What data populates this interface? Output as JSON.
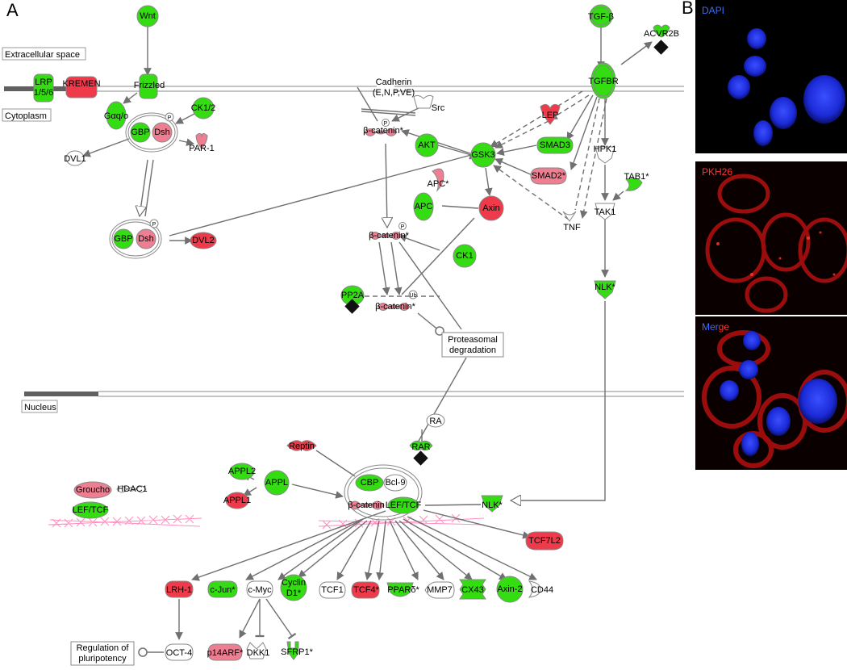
{
  "panel_a_letter": "A",
  "panel_b_letter": "B",
  "compartments": {
    "extracellular": "Extracellular space",
    "cytoplasm": "Cytoplasm",
    "nucleus": "Nucleus"
  },
  "boxes": {
    "proteasomal": [
      "Proteasomal",
      "degradation"
    ],
    "pluripotency": [
      "Regulation of",
      "pluripotency"
    ]
  },
  "nodes": {
    "wnt": "Wnt",
    "lrp": "LRP",
    "lrp2": "1/5/6",
    "kremen": "KREMEN",
    "frizzled": "Frizzled",
    "gaq": "Gαq/o",
    "ck12": "CK1/2",
    "gbp1": "GBP",
    "dsh1": "Dsh",
    "par1": "PAR-1",
    "dvl1": "DVL1",
    "gbp2": "GBP",
    "dsh2": "Dsh",
    "dvl2": "DVL2",
    "cadherin": "Cadherin",
    "cadherin2": "(E,N,P,VE)",
    "src": "Src",
    "bcat1": "β-catenin*",
    "akt": "AKT",
    "gsk3": "GSK3",
    "apc_star": "APC*",
    "apc": "APC",
    "axin": "Axin",
    "bcat2": "β-catenin*",
    "ck1": "CK1",
    "pp2a": "PP2A",
    "bcat3": "β-catenin*",
    "lep": "LEP",
    "smad3": "SMAD3",
    "smad2": "SMAD2*",
    "tnf": "TNF",
    "tgfb": "TGF-β",
    "acvr2b": "ACVR2B",
    "tgfbr": "TGFBR",
    "hpk1": "HPK1",
    "tab1": "TAB1*",
    "tak1": "TAK1",
    "nlk1": "NLK*",
    "ra": "RA",
    "rar": "RAR",
    "reptin": "Reptin",
    "cbp": "CBP",
    "bcl9": "Bcl-9",
    "bcat4": "β-catenin",
    "leftcf1": "LEF/TCF",
    "appl2": "APPL2",
    "appl": "APPL",
    "appl1": "APPL1",
    "nlk2": "NLK*",
    "groucho": "Groucho",
    "hdac1": "HDAC1",
    "leftcf2": "LEF/TCF",
    "tcf7l2": "TCF7L2",
    "lrh1": "LRH-1",
    "cjun": "c-Jun*",
    "cmyc": "c-Myc",
    "cyclin": "Cyclin",
    "cyclin2": "D1*",
    "tcf1": "TCF1",
    "tcf4": "TCF4*",
    "ppard": "PPARδ*",
    "mmp7": "MMP7",
    "cx43": "CX43",
    "axin2": "Axin-2",
    "cd44": "CD44",
    "oct4": "OCT-4",
    "p14arf": "p14ARF*",
    "dkk1": "DKK1",
    "sfrp1": "SFRP1*",
    "p": "P",
    "ub": "Ub"
  },
  "colors": {
    "up": "#ee3a4a",
    "up_light": "#ee7f92",
    "down": "#33dd11",
    "none": "#ffffff",
    "edge": "#707070",
    "membrane": "#606060"
  },
  "micrographs": [
    {
      "label": "DAPI",
      "label_color": "#3b6bff"
    },
    {
      "label": "PKH26",
      "label_color": "#ff3333"
    },
    {
      "label_part1": "Mer",
      "label_part2": "ge",
      "label_color1": "#3b6bff",
      "label_color2": "#ff3333"
    }
  ]
}
